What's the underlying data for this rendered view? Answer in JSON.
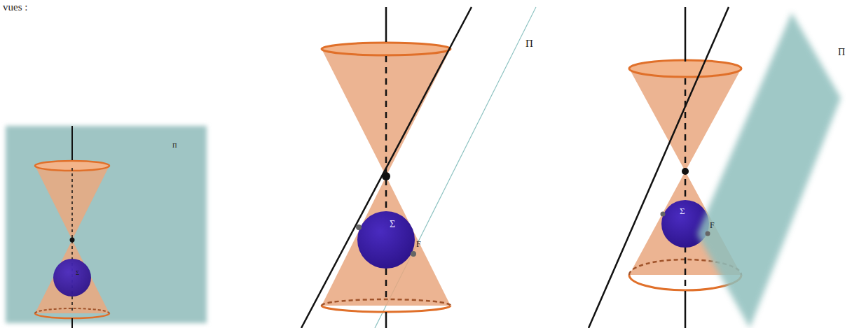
{
  "diagram": {
    "labels": [
      "vues :",
      "Π",
      "Σ",
      "Π",
      "Σ",
      "F",
      "Π",
      "Σ",
      "F"
    ]
  }
}
